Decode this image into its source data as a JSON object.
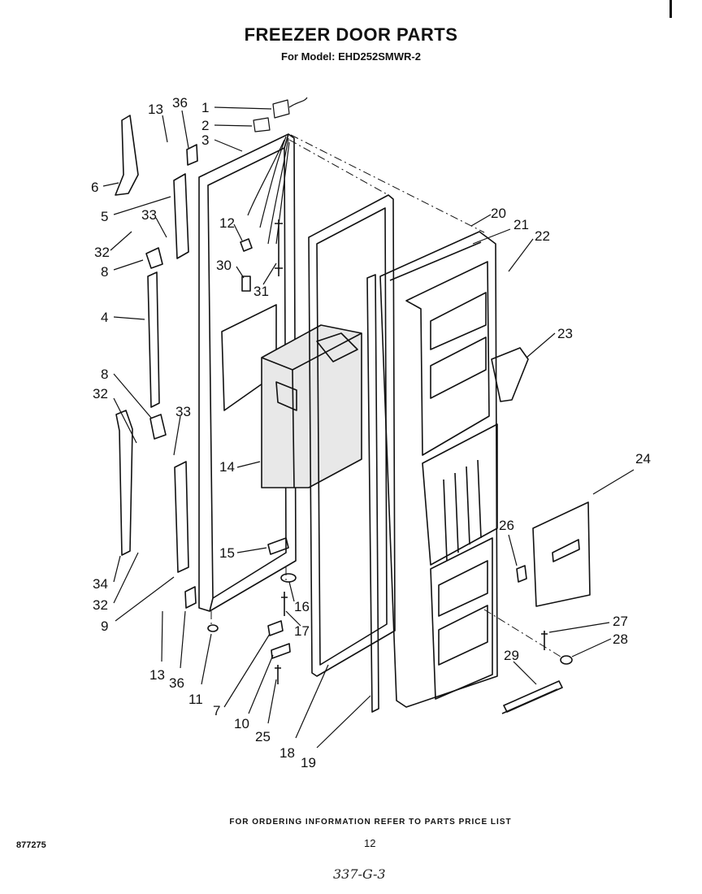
{
  "title": "FREEZER DOOR PARTS",
  "subtitle": "For Model: EHD252SMWR-2",
  "footer_note": "FOR ORDERING INFORMATION REFER TO PARTS PRICE LIST",
  "page_number": "12",
  "document_number": "877275",
  "handwritten_note": "337-G-3",
  "callouts": [
    "1",
    "2",
    "3",
    "13",
    "36",
    "6",
    "5",
    "33",
    "32",
    "8",
    "12",
    "30",
    "31",
    "4",
    "8",
    "32",
    "33",
    "14",
    "15",
    "16",
    "17",
    "34",
    "32",
    "9",
    "13",
    "36",
    "11",
    "7",
    "10",
    "25",
    "18",
    "19",
    "20",
    "21",
    "22",
    "23",
    "24",
    "26",
    "27",
    "28",
    "29"
  ]
}
